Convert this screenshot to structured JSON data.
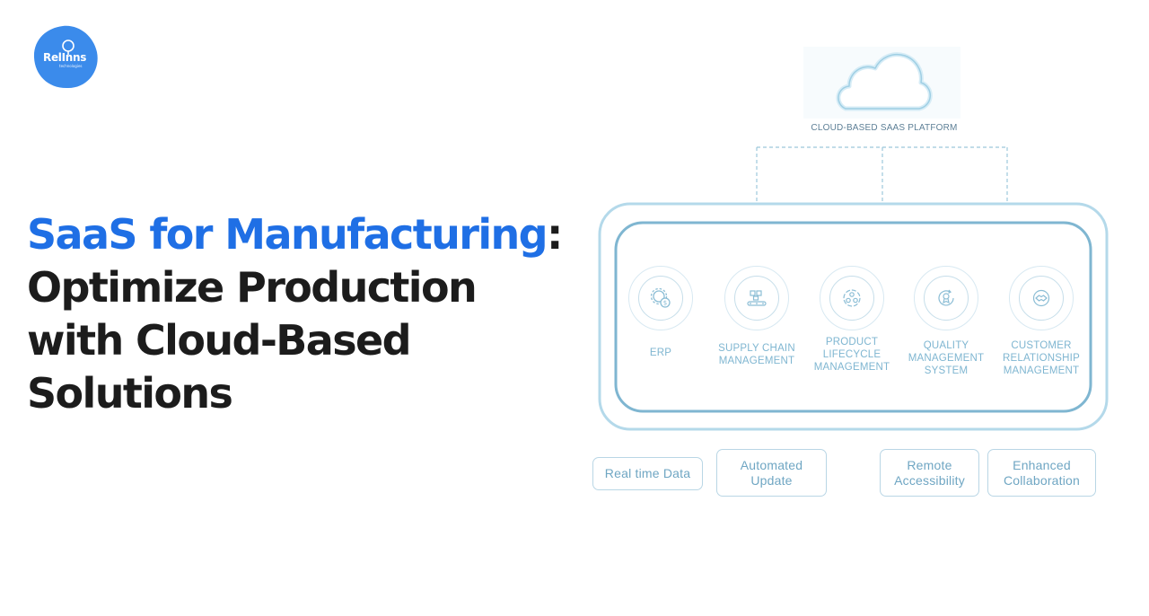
{
  "brand": {
    "logo_name": "RelInns",
    "logo_tagline": "technologies",
    "color": "#3b8beb"
  },
  "headline": {
    "accent_text": "SaaS for Manufacturing",
    "colon": ":",
    "line2": "Optimize Production",
    "line3": "with Cloud-Based",
    "line4": "Solutions",
    "accent_color": "#1f6fe5"
  },
  "diagram": {
    "platform_label": "CLOUD-BASED SAAS PLATFORM",
    "modules": [
      {
        "lines": [
          "ERP"
        ],
        "icon": "gear-dollar-icon"
      },
      {
        "lines": [
          "SUPPLY CHAIN",
          "MANAGEMENT"
        ],
        "icon": "conveyor-icon"
      },
      {
        "lines": [
          "PRODUCT",
          "LIFECYCLE",
          "MANAGEMENT"
        ],
        "icon": "lifecycle-icon"
      },
      {
        "lines": [
          "QUALITY",
          "MANAGEMENT",
          "SYSTEM"
        ],
        "icon": "quality-badge-icon"
      },
      {
        "lines": [
          "CUSTOMER",
          "RELATIONSHIP",
          "MANAGEMENT"
        ],
        "icon": "handshake-icon"
      }
    ],
    "features": [
      {
        "lines": [
          "Real time Data"
        ]
      },
      {
        "lines": [
          "Automated",
          "Update"
        ]
      },
      {
        "lines": [
          "Remote",
          "Accessibility"
        ]
      },
      {
        "lines": [
          "Enhanced",
          "Collaboration"
        ]
      }
    ],
    "line_color": "#7fb6d1"
  }
}
